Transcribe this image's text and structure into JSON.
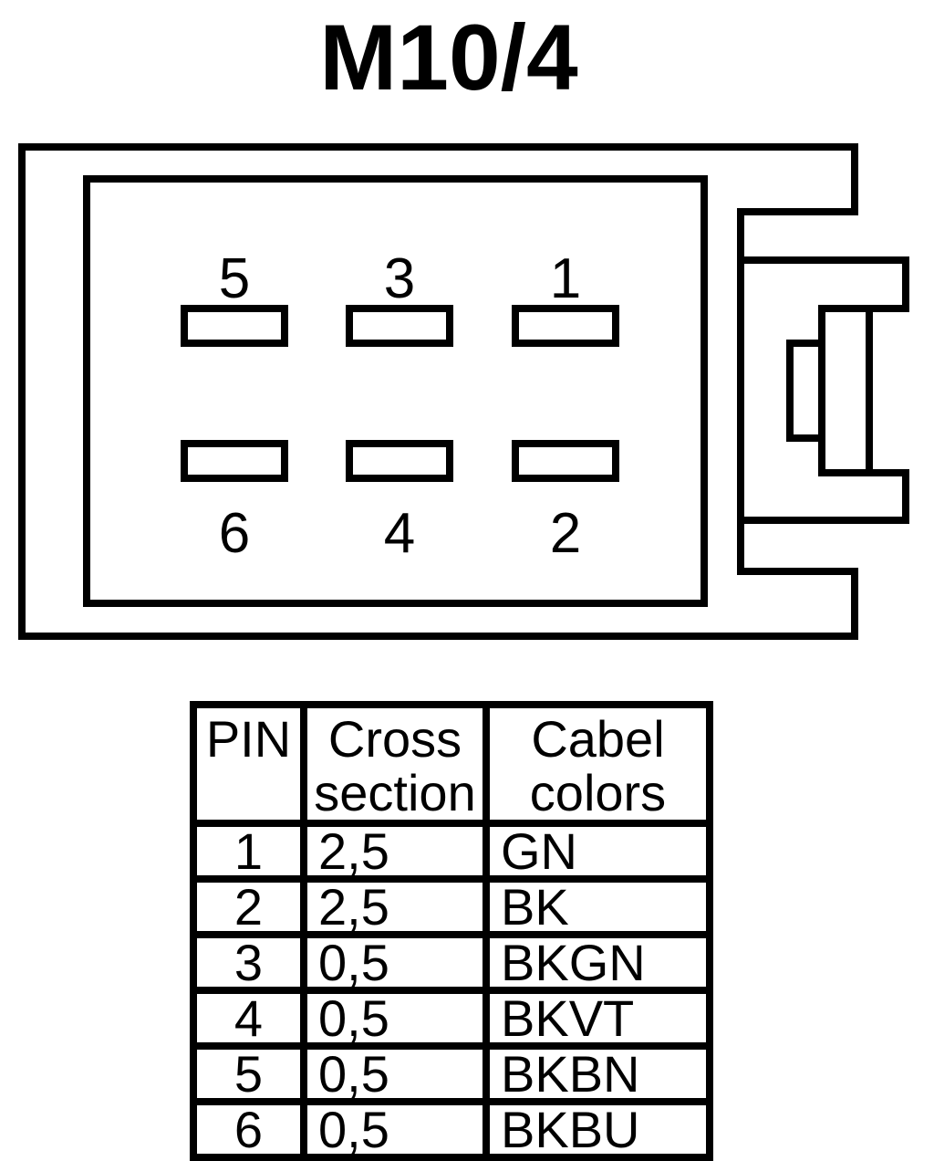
{
  "title": "M10/4",
  "colors": {
    "ink": "#000000",
    "paper": "#ffffff"
  },
  "connector": {
    "pins": [
      {
        "label": "5"
      },
      {
        "label": "3"
      },
      {
        "label": "1"
      },
      {
        "label": "6"
      },
      {
        "label": "4"
      },
      {
        "label": "2"
      }
    ]
  },
  "table": {
    "headers": {
      "pin": "PIN",
      "cross": "Cross section",
      "colors": "Cabel colors"
    },
    "rows": [
      {
        "pin": "1",
        "cross": "2,5",
        "color": "GN"
      },
      {
        "pin": "2",
        "cross": "2,5",
        "color": "BK"
      },
      {
        "pin": "3",
        "cross": "0,5",
        "color": "BKGN"
      },
      {
        "pin": "4",
        "cross": "0,5",
        "color": "BKVT"
      },
      {
        "pin": "5",
        "cross": "0,5",
        "color": "BKBN"
      },
      {
        "pin": "6",
        "cross": "0,5",
        "color": "BKBU"
      }
    ]
  }
}
